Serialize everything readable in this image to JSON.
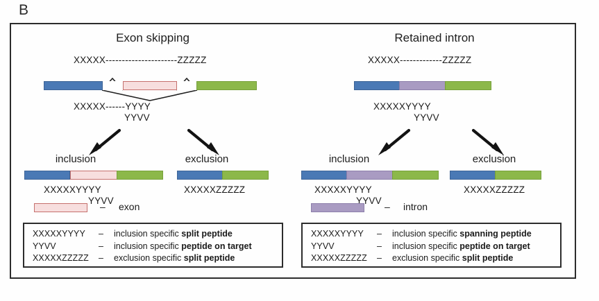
{
  "figure": {
    "panel_letter": "B"
  },
  "colors": {
    "exon_fill": "#f7dede",
    "exon_border": "#c5706d",
    "intron_fill": "#a99bc2",
    "intron_border": "#8c7faa",
    "blue": "#4a79b5",
    "green": "#8cb84a",
    "frame": "#2c2c2c"
  },
  "panels": [
    {
      "id": "exon-skipping",
      "title": "Exon skipping",
      "model": {
        "top_sequence": "XXXXX----------------------ZZZZZ",
        "bottom_sequence_1": "XXXXX------YYYY",
        "bottom_sequence_2": "YYVV"
      },
      "outcomes": [
        {
          "id": "inclusion",
          "label": "inclusion",
          "sequence_1": "XXXXXYYYY",
          "sequence_2": "YYVV"
        },
        {
          "id": "exclusion",
          "label": "exclusion",
          "sequence_1": "XXXXXZZZZZ",
          "sequence_2": ""
        }
      ],
      "key": {
        "swatch_dash": "–",
        "swatch_label": "exon"
      },
      "legend": [
        {
          "code": "XXXXXYYYY",
          "dash": "–",
          "prefix": "inclusion specific ",
          "bold": "split peptide"
        },
        {
          "code": "YYVV",
          "dash": "–",
          "prefix": "inclusion specific ",
          "bold": "peptide on target"
        },
        {
          "code": "XXXXXZZZZZ",
          "dash": "–",
          "prefix": "exclusion specific ",
          "bold": "split peptide"
        }
      ]
    },
    {
      "id": "retained-intron",
      "title": "Retained intron",
      "model": {
        "top_sequence": "XXXXX-------------ZZZZZ",
        "bottom_sequence_1": "XXXXXYYYY",
        "bottom_sequence_2": "YYVV"
      },
      "outcomes": [
        {
          "id": "inclusion",
          "label": "inclusion",
          "sequence_1": "XXXXXYYYY",
          "sequence_2": "YYVV"
        },
        {
          "id": "exclusion",
          "label": "exclusion",
          "sequence_1": "XXXXXZZZZZ",
          "sequence_2": ""
        }
      ],
      "key": {
        "swatch_dash": "–",
        "swatch_label": "intron"
      },
      "legend": [
        {
          "code": "XXXXXYYYY",
          "dash": "–",
          "prefix": "inclusion specific ",
          "bold": "spanning peptide"
        },
        {
          "code": "YYVV",
          "dash": "–",
          "prefix": "inclusion specific ",
          "bold": "peptide on target"
        },
        {
          "code": "XXXXXZZZZZ",
          "dash": "–",
          "prefix": "exclusion specific ",
          "bold": "split peptide"
        }
      ]
    }
  ]
}
